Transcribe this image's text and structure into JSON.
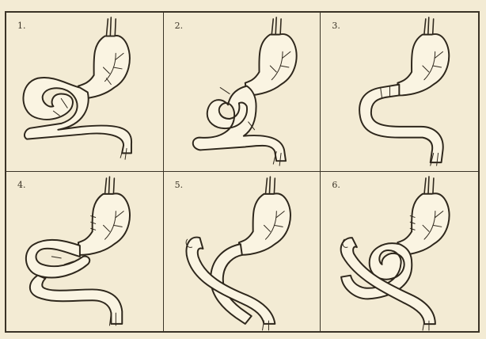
{
  "figure": {
    "panels": [
      {
        "number": "1.",
        "variant": "circular-loop-left"
      },
      {
        "number": "2.",
        "variant": "circular-loop-center"
      },
      {
        "number": "3.",
        "variant": "straight-segment"
      },
      {
        "number": "4.",
        "variant": "wide-loop-left"
      },
      {
        "number": "5.",
        "variant": "crossing-limbs"
      },
      {
        "number": "6.",
        "variant": "knotted-loop"
      }
    ]
  }
}
